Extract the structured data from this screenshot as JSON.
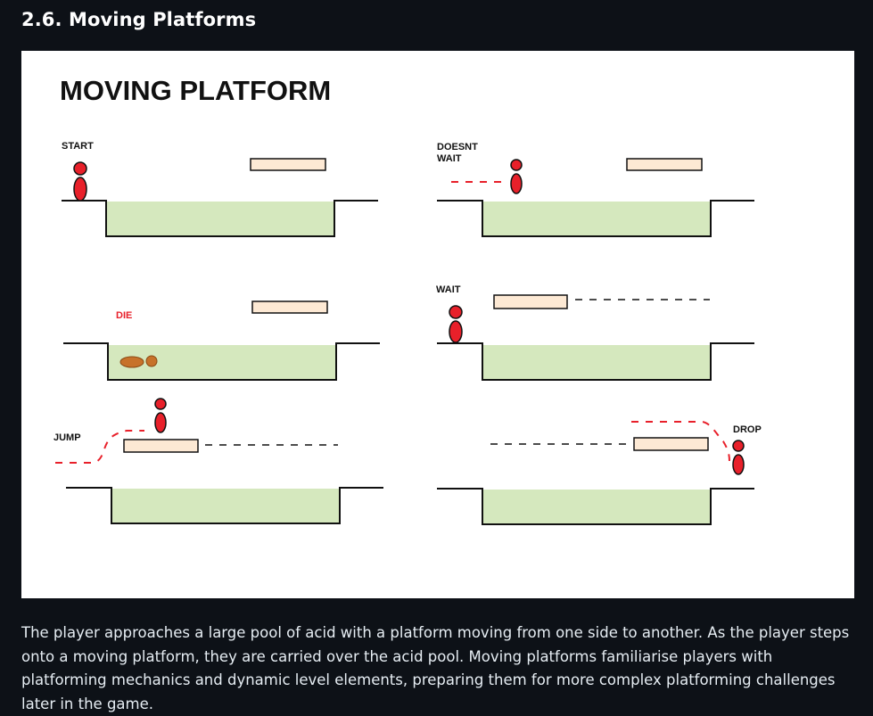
{
  "section": {
    "title": "2.6. Moving Platforms"
  },
  "figure": {
    "title": "MOVING PLATFORM",
    "labels": {
      "start": "START",
      "doesnt_wait_line1": "DOESNT",
      "doesnt_wait_line2": "WAIT",
      "die": "DIE",
      "wait": "WAIT",
      "jump": "JUMP",
      "drop": "DROP"
    },
    "colors": {
      "acid_pool": "#d5e8be",
      "platform": "#fde9d4",
      "player": "#e8202a",
      "dead_player": "#c7722a",
      "motion_dash": "#e8202a",
      "platform_path": "#000000"
    }
  },
  "description": {
    "text": "The player approaches a large pool of acid with a platform moving from one side to another. As the player steps onto a moving platform, they are carried over the acid pool. Moving platforms familiarise players with platforming mechanics and dynamic level elements, preparing them for more complex platforming challenges later in the game."
  }
}
